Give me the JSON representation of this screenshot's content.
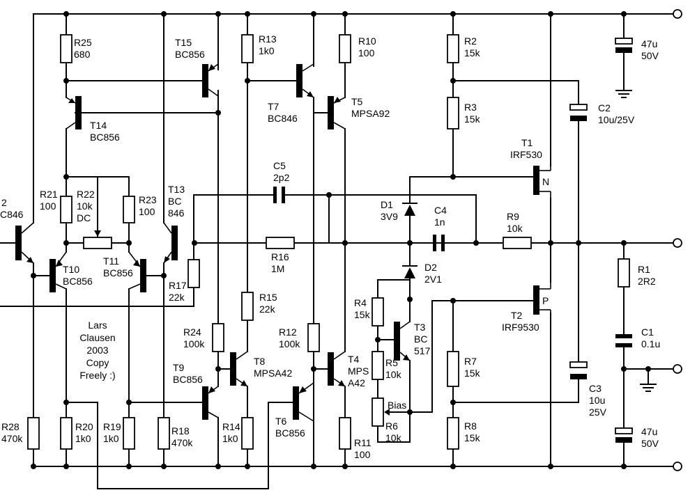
{
  "labels": {
    "r25_ref": "R25",
    "r25_val": "680",
    "t15_ref": "T15",
    "t15_type": "BC856",
    "r13_ref": "R13",
    "r13_val": "1k0",
    "r10_ref": "R10",
    "r10_val": "100",
    "r2_ref": "R2",
    "r2_val": "15k",
    "c_top_val": "47u",
    "c_top_volt": "50V",
    "t14_ref": "T14",
    "t14_type": "BC856",
    "t7_ref": "T7",
    "t7_type": "BC846",
    "t5_ref": "T5",
    "t5_type": "MPSA92",
    "r3_ref": "R3",
    "r3_val": "15k",
    "c2_ref": "C2",
    "c2_val": "10u/25V",
    "t1_ref": "T1",
    "t1_type": "IRF530",
    "t1_ch": "N",
    "c5_ref": "C5",
    "c5_val": "2p2",
    "t13_ref": "T13",
    "t13_type_a": "BC",
    "t13_type_b": "846",
    "t12_ref": "2",
    "t12_type": "C846",
    "r21_ref": "R21",
    "r21_val": "100",
    "r22_ref": "R22",
    "r22_val": "10k",
    "r22_note": "DC",
    "r23_ref": "R23",
    "r23_val": "100",
    "d1_ref": "D1",
    "d1_val": "3V9",
    "c4_ref": "C4",
    "c4_val": "1n",
    "r9_ref": "R9",
    "r9_val": "10k",
    "t10_ref": "T10",
    "t10_type": "BC856",
    "t11_ref": "T11",
    "t11_type": "BC856",
    "r16_ref": "R16",
    "r16_val": "1M",
    "d2_ref": "D2",
    "d2_val": "2V1",
    "r1_ref": "R1",
    "r1_val": "2R2",
    "r17_ref": "R17",
    "r17_val": "22k",
    "r15_ref": "R15",
    "r15_val": "22k",
    "r4_ref": "R4",
    "r4_val": "15k",
    "t3_ref": "T3",
    "t3_type_a": "BC",
    "t3_type_b": "517",
    "t2_ref": "T2",
    "t2_type": "IRF9530",
    "t2_ch": "P",
    "c1_ref": "C1",
    "c1_val": "0.1u",
    "credit": [
      "Lars",
      "Clausen",
      "2003",
      "Copy",
      "Freely :)"
    ],
    "r24_ref": "R24",
    "r24_val": "100k",
    "r12_ref": "R12",
    "r12_val": "100k",
    "t8_ref": "T8",
    "t8_type": "MPSA42",
    "t4_ref": "T4",
    "t4_type_a": "MPS",
    "t4_type_b": "A42",
    "r5_ref": "R5",
    "r5_val": "10k",
    "r7_ref": "R7",
    "r7_val": "15k",
    "t9_ref": "T9",
    "t9_type": "BC856",
    "c3_ref": "C3",
    "c3_val": "10u",
    "c3_volt": "25V",
    "bias": "Bias",
    "t6_ref": "T6",
    "t6_type": "BC856",
    "r6_ref": "R6",
    "r6_val": "10k",
    "r8_ref": "R8",
    "r8_val": "15k",
    "c_bot_val": "47u",
    "c_bot_volt": "50V",
    "r28_ref": "R28",
    "r28_val": "470k",
    "r20_ref": "R20",
    "r20_val": "1k0",
    "r19_ref": "R19",
    "r19_val": "1k0",
    "r18_ref": "R18",
    "r18_val": "470k",
    "r14_ref": "R14",
    "r14_val": "1k0",
    "r11_ref": "R11",
    "r11_val": "100"
  }
}
